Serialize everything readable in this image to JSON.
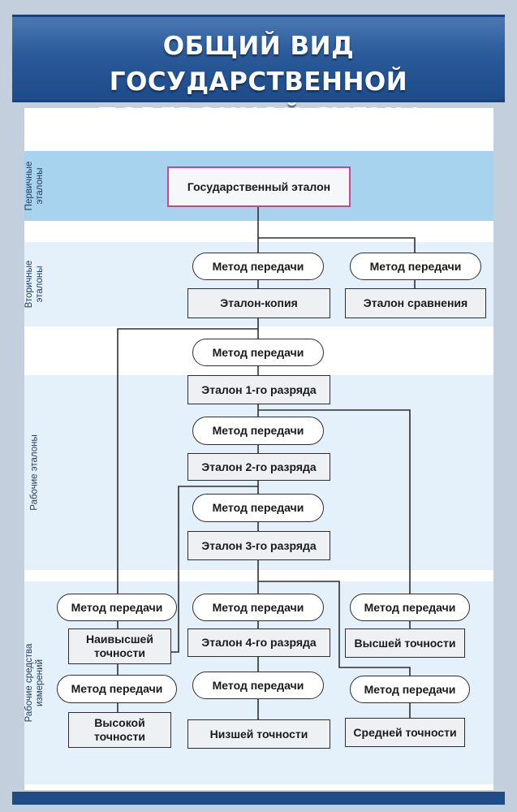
{
  "poster": {
    "title_line1": "ОБЩИЙ ВИД ГОСУДАРСТВЕННОЙ",
    "title_line2": "ПОВЕРОЧНОЙ СХЕМЫ"
  },
  "bands": {
    "primary": "Первичные эталоны",
    "secondary": "Вторичные эталоны",
    "working": "Рабочие эталоны",
    "instruments": "Рабочие средства измерений"
  },
  "nodes": {
    "state_standard": "Государственный эталон",
    "method_1": "Метод передачи",
    "method_2": "Метод передачи",
    "etalon_copy": "Эталон-копия",
    "etalon_compare": "Эталон сравнения",
    "method_3": "Метод передачи",
    "rank_1": "Эталон 1-го разряда",
    "method_4": "Метод передачи",
    "rank_2": "Эталон 2-го разряда",
    "method_5": "Метод передачи",
    "rank_3": "Эталон 3-го разряда",
    "method_left_1": "Метод передачи",
    "highest_accuracy": "Наивысшей точности",
    "method_left_2": "Метод передачи",
    "high_accuracy": "Высокой точности",
    "method_center_1": "Метод передачи",
    "rank_4": "Эталон 4-го разряда",
    "method_center_2": "Метод передачи",
    "lowest_accuracy": "Низшей точности",
    "method_right_1": "Метод передачи",
    "higher_accuracy": "Высшей точности",
    "method_right_2": "Метод передачи",
    "medium_accuracy": "Средней точности"
  },
  "colors": {
    "header": "#2a5a99",
    "band_dark": "#a8d3ee",
    "band_light": "#e4f1fa",
    "state_border": "#c8468c",
    "line": "#2e2e2e"
  }
}
